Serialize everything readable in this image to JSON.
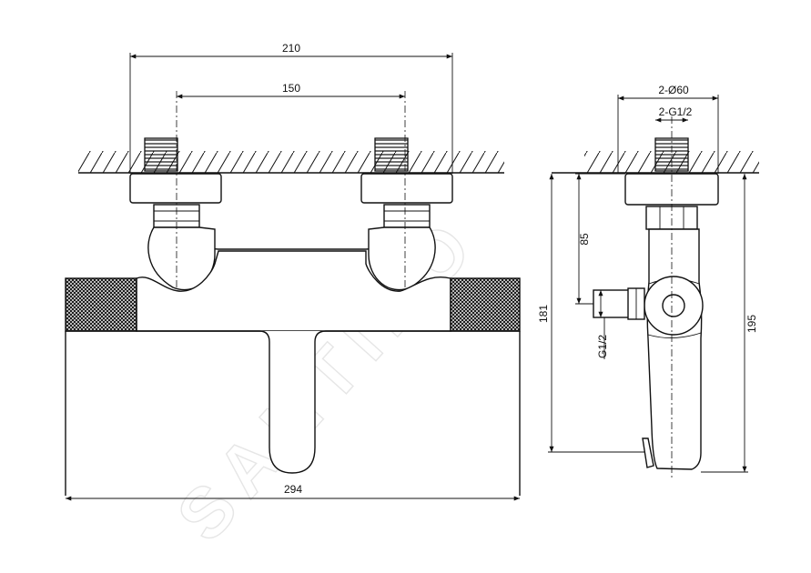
{
  "watermark": "SANTINO",
  "dimensions": {
    "front_outer_spacing": "210",
    "front_inlet_spacing": "150",
    "front_total_width": "294",
    "side_flange_diameter": "2-Ø60",
    "side_inlet_thread": "2-G1/2",
    "side_outlet_height": "85",
    "side_outlet_total": "181",
    "side_total_height": "195",
    "side_outlet_thread": "G1/2"
  }
}
